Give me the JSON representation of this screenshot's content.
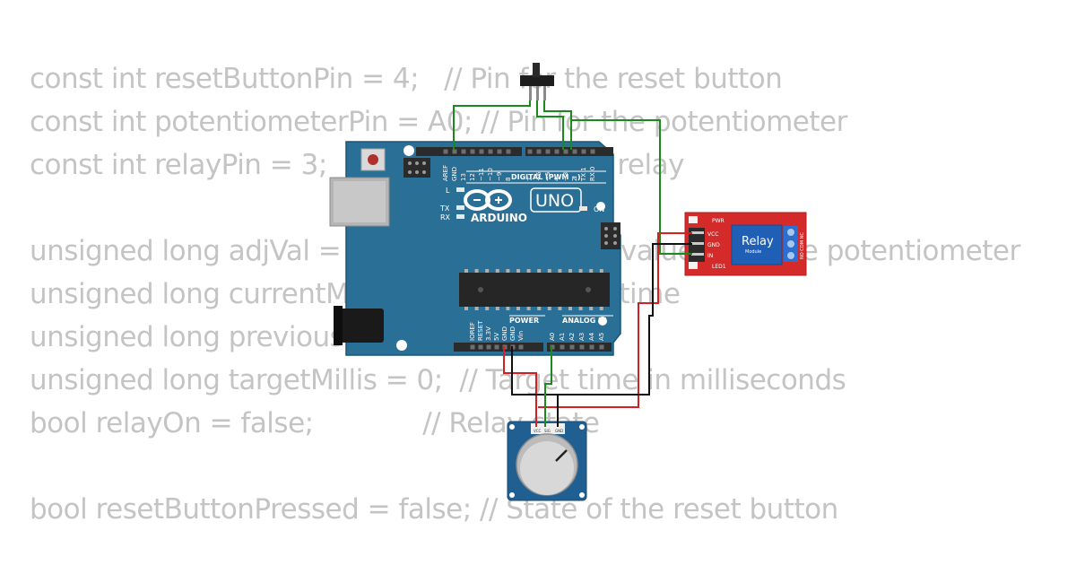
{
  "code_lines": [
    "const int resetButtonPin = 4;   // Pin for the reset button",
    "const int potentiometerPin = A0; // Pin for the potentiometer",
    "const int relayPin = 3;              // Pin for the relay",
    "",
    "unsigned long adjVal = 0;           // Adjusted value from the potentiometer",
    "unsigned long currentMillis = 0;   // Current time",
    "unsigned long previousMillis = 0;",
    "unsigned long targetMillis = 0;  // Target time in milliseconds",
    "bool relayOn = false;             // Relay state",
    "",
    "bool resetButtonPressed = false; // State of the reset button"
  ],
  "arduino": {
    "brand": "ARDUINO",
    "model": "UNO",
    "digital_header": "DIGITAL (PWM ~)",
    "power_header": "POWER",
    "analog_header": "ANALOG IN",
    "led_l": "L",
    "led_tx": "TX",
    "led_rx": "RX",
    "led_on": "ON",
    "digital_pins": [
      "AREF",
      "GND",
      "13",
      "12",
      "~11",
      "~10",
      "~9",
      "8",
      "7",
      "~6",
      "~5",
      "4",
      "~3",
      "2",
      "TX 1",
      "RX 0"
    ],
    "power_pins": [
      "IOREF",
      "RESET",
      "3.3V",
      "5V",
      "GND",
      "GND",
      "Vin"
    ],
    "analog_pins": [
      "A0",
      "A1",
      "A2",
      "A3",
      "A4",
      "A5"
    ]
  },
  "relay": {
    "title": "Relay",
    "subtitle": "Module",
    "pins": [
      "VCC",
      "GND",
      "IN"
    ],
    "led_pwr": "PWR",
    "led_1": "LED1",
    "terminals": "NO COM NC"
  },
  "potentiometer": {
    "pins": [
      "VCC",
      "SIG",
      "GND"
    ]
  },
  "wire_colors": {
    "signal": "#1a8a1a",
    "power": "#d42020",
    "ground": "#111111"
  }
}
